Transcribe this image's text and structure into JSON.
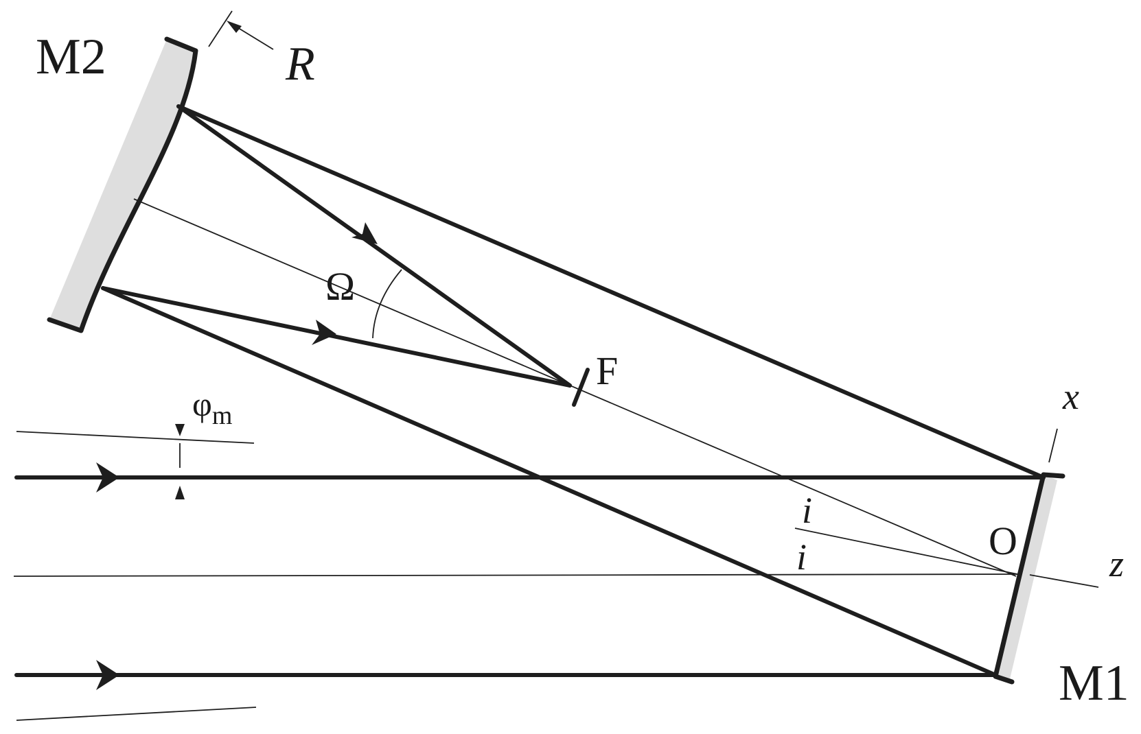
{
  "diagram": {
    "labels": {
      "mirror_2": "M2",
      "mirror_1": "M1",
      "radius": "R",
      "solid_angle": "Ω",
      "focus": "F",
      "x_axis": "x",
      "z_axis": "z",
      "origin": "O",
      "incidence_upper": "i",
      "incidence_lower": "i",
      "field_angle_symbol": "φ",
      "field_angle_subscript": "m"
    }
  }
}
